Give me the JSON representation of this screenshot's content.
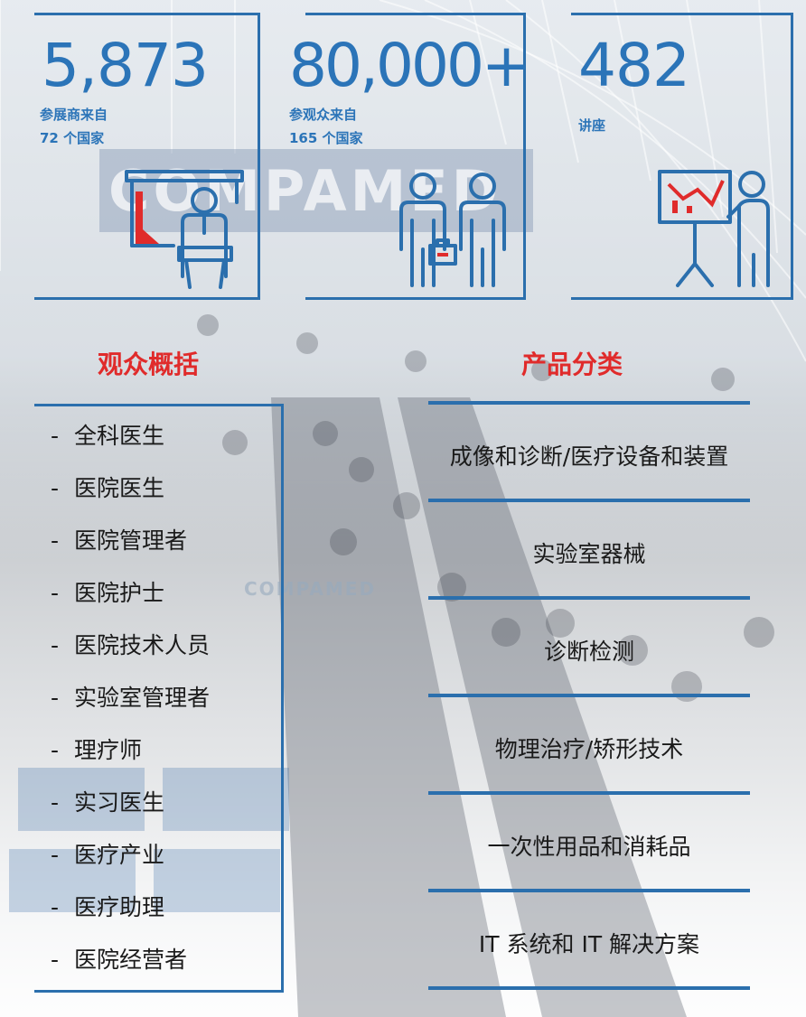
{
  "background": {
    "banner_text": "COMPAMED",
    "sign_text": "COMPAMED"
  },
  "stats": [
    {
      "number": "5,873",
      "label_line1": "参展商来自",
      "label_line2": "72 个国家",
      "icon": "presenter-podium-icon"
    },
    {
      "number": "80,000+",
      "label_line1": "参观众来自",
      "label_line2": "165 个国家",
      "icon": "visitors-icon"
    },
    {
      "number": "482",
      "label_line1": "讲座",
      "label_line2": "",
      "icon": "lecture-chart-icon"
    }
  ],
  "audience": {
    "title": "观众概括",
    "bullet": "-",
    "items": [
      "全科医生",
      "医院医生",
      "医院管理者",
      "医院护士",
      "医院技术人员",
      "实验室管理者",
      "理疗师",
      "实习医生",
      "医疗产业",
      "医疗助理",
      "医院经营者"
    ]
  },
  "products": {
    "title": "产品分类",
    "items": [
      "成像和诊断/医疗设备和装置",
      "实验室器械",
      "诊断检测",
      "物理治疗/矫形技术",
      "一次性用品和消耗品",
      "IT 系统和 IT 解决方案"
    ]
  },
  "colors": {
    "accent_blue": "#2b6fad",
    "number_blue": "#2b74b8",
    "title_red": "#e02b2b"
  }
}
